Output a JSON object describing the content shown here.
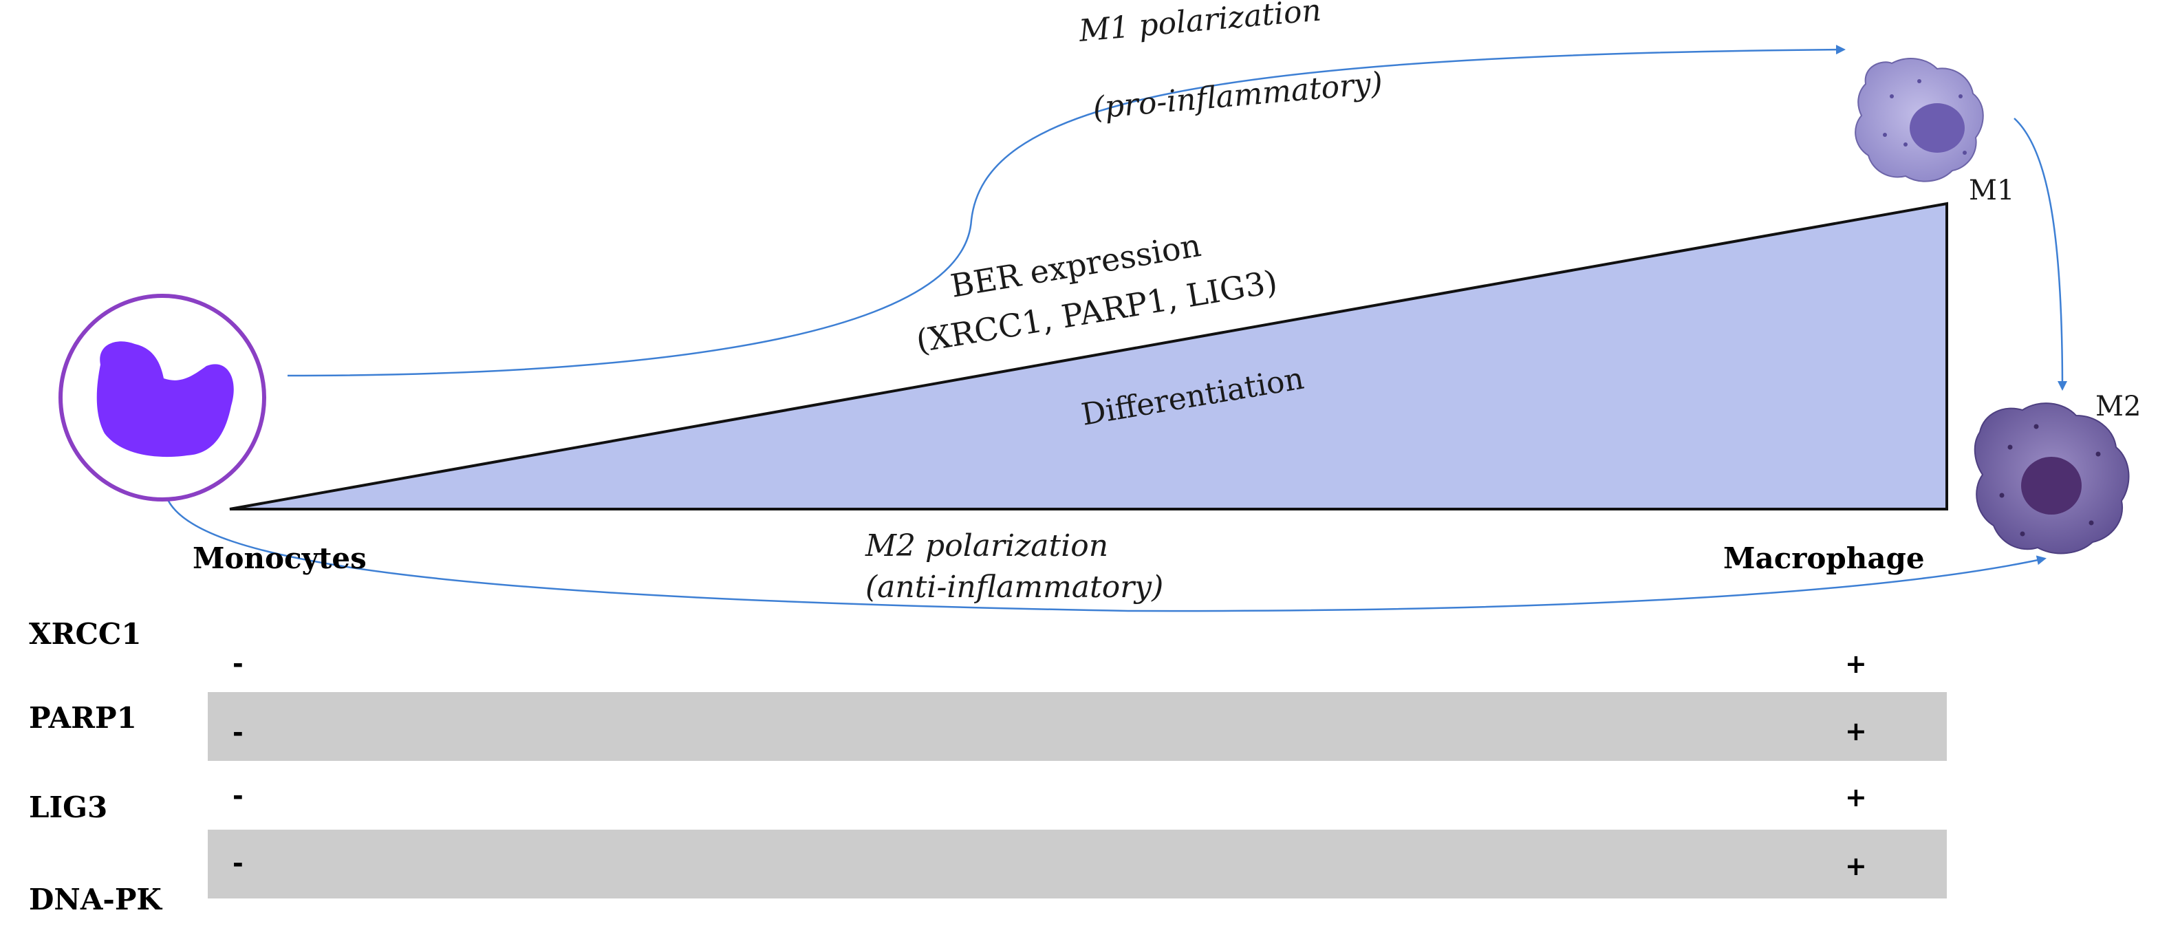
{
  "colors": {
    "arrow": "#3d7fd4",
    "triangle_fill": "#b8c2ee",
    "triangle_stroke": "#111111",
    "band": "#cccccc",
    "monocyte_ring": "#8a3fc4",
    "monocyte_nucleus": "#7b2fff",
    "m1_cell": "#a49ed6",
    "m1_nucleus": "#6c5db0",
    "m2_cell": "#7e6fae",
    "m2_nucleus": "#4e2f6f"
  },
  "icons": {
    "monocyte": "monocyte-cell-icon",
    "m1": "m1-macrophage-icon",
    "m2": "m2-macrophage-icon"
  },
  "labels": {
    "m1_polarization": "M1 polarization",
    "m1_subtitle": "(pro-inflammatory)",
    "ber_line1": "BER expression",
    "ber_line2": "(XRCC1, PARP1,  LIG3)",
    "differentiation": "Differentiation",
    "m2_polarization": "M2 polarization",
    "m2_subtitle": "(anti-inflammatory)",
    "monocytes": "Monocytes",
    "macrophage": "Macrophage",
    "m1": "M1",
    "m2": "M2"
  },
  "table": {
    "rows": [
      {
        "gene": "XRCC1",
        "start": "-",
        "end": "+",
        "shaded": false
      },
      {
        "gene": "PARP1",
        "start": "-",
        "end": "+",
        "shaded": true
      },
      {
        "gene": "LIG3",
        "start": "-",
        "end": "+",
        "shaded": false
      },
      {
        "gene": "DNA-PK",
        "start": "-",
        "end": "+",
        "shaded": true
      }
    ]
  }
}
